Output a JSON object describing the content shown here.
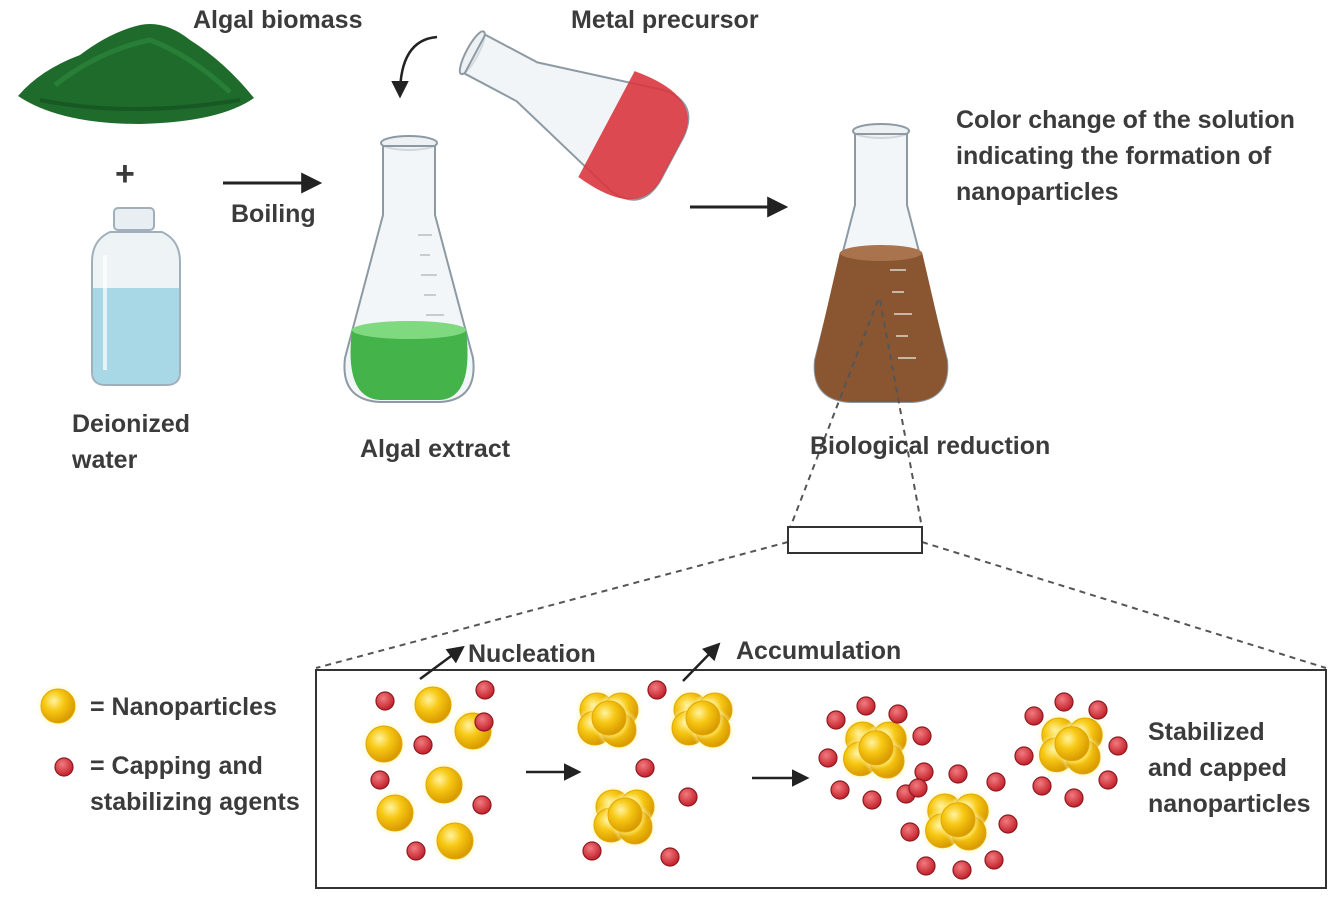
{
  "labels": {
    "algal_biomass": "Algal biomass",
    "plus": "+",
    "deionized_water": "Deionized\nwater",
    "boiling": "Boiling",
    "algal_extract": "Algal extract",
    "metal_precursor": "Metal precursor",
    "color_change": "Color change of the solution\nindicating the formation of\nnanoparticles",
    "biological_reduction": "Biological reduction",
    "nucleation": "Nucleation",
    "accumulation": "Accumulation",
    "stabilized": "Stabilized\nand capped\nnanoparticles"
  },
  "legend": {
    "nanoparticles": "= Nanoparticles",
    "capping": "= Capping and\nstabilizing agents"
  },
  "colors": {
    "biomass": "#1f6b2c",
    "water": "#a8d8e6",
    "algal_extract": "#43b34a",
    "precursor": "#d9363e",
    "reduced_solution": "#8a5632",
    "nanoparticle": "#f5c518",
    "capping_agent": "#d8323a"
  }
}
